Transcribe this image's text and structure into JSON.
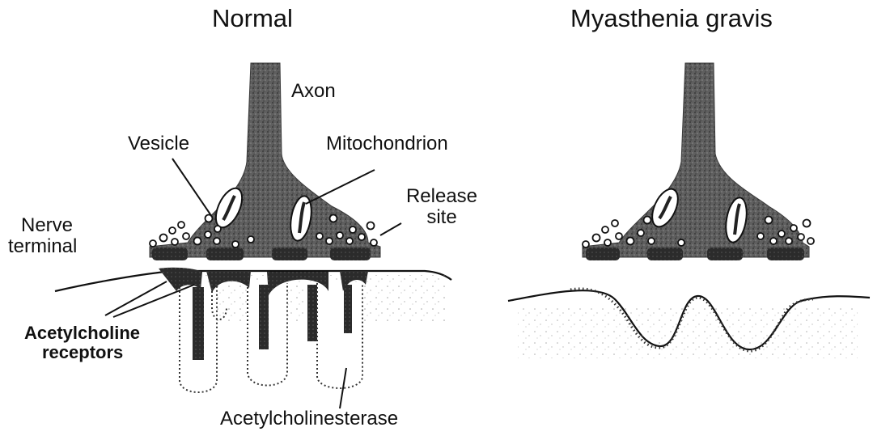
{
  "panels": {
    "normal": {
      "title": "Normal",
      "labels": {
        "axon": "Axon",
        "vesicle": "Vesicle",
        "mitochondrion": "Mitochondrion",
        "release_site_line1": "Release",
        "release_site_line2": "site",
        "nerve_terminal_line1": "Nerve",
        "nerve_terminal_line2": "terminal",
        "ach_receptors_line1": "Acetylcholine",
        "ach_receptors_line2": "receptors",
        "acetylcholinesterase": "Acetylcholinesterase"
      }
    },
    "myasthenia": {
      "title": "Myasthenia gravis"
    }
  },
  "colors": {
    "ink": "#111111",
    "terminal": "#5a5a5a",
    "dark": "#2a2a2a",
    "stipple": "#777777"
  }
}
